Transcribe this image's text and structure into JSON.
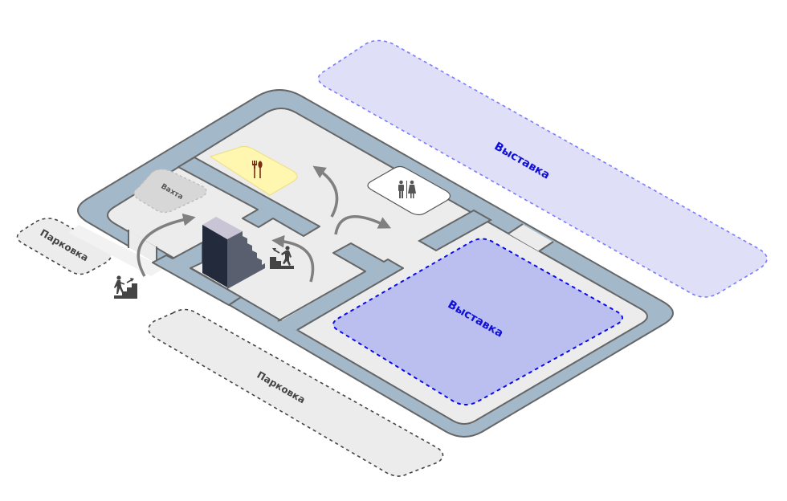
{
  "plan": {
    "exhibition_top": {
      "label": "Выставка"
    },
    "exhibition_main": {
      "label": "Выставка"
    },
    "parking_left": {
      "label": "Парковка"
    },
    "parking_bottom": {
      "label": "Парковка"
    },
    "guard_post": {
      "label": "Вахта"
    },
    "cafe": {
      "icon": "fork-spoon-icon"
    },
    "restroom": {
      "icon": "restroom-icon"
    },
    "staircase": {
      "icon": "staircase-block"
    },
    "stairs_up_icons": [
      "stairs-up-icon",
      "stairs-up-icon"
    ]
  },
  "colors": {
    "wall": "#a3b8c8",
    "wall_stroke": "#666666",
    "floor": "#ebeceb",
    "exhibition_main_fill": "#bbbff0",
    "exhibition_main_border": "#0a0aee",
    "exhibition_top_fill": "#dfe0f7",
    "exhibition_top_border": "#7a7aff",
    "exhibition_text": "#1010d8",
    "parking_fill": "#ebeceb",
    "cafe_fill": "#fff6b0",
    "arrow": "#808080"
  }
}
